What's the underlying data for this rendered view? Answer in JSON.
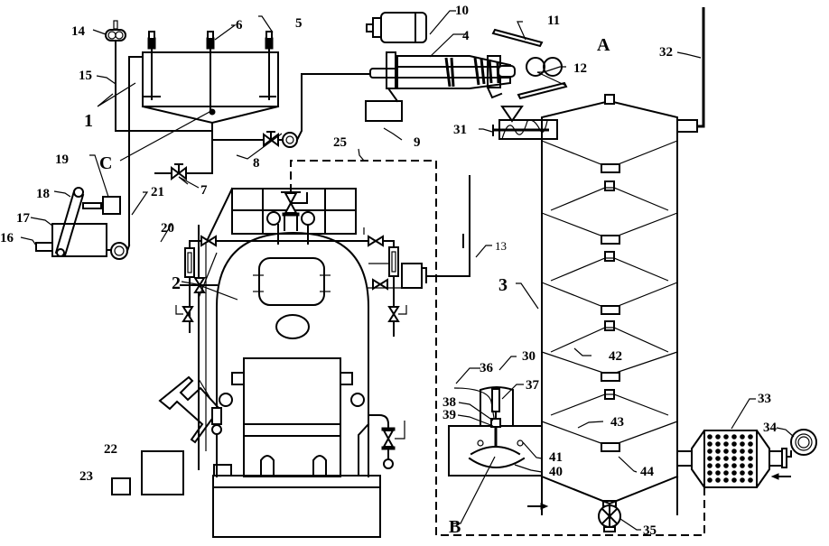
{
  "figure": {
    "type": "process schematic (patent drawing)",
    "colors": {
      "line": "#000000",
      "background": "#ffffff"
    }
  },
  "labels": {
    "l1": "1",
    "l2": "2",
    "l3": "3",
    "l4": "4",
    "l5": "5",
    "l6": "6",
    "l7": "7",
    "l8": "8",
    "l9": "9",
    "l10": "10",
    "l11": "11",
    "l12": "12",
    "l13": "13",
    "l14": "14",
    "l15": "15",
    "l16": "16",
    "l17": "17",
    "l18": "18",
    "l19": "19",
    "l20": "20",
    "l21": "21",
    "l22": "22",
    "l23": "23",
    "l25": "25",
    "l30": "30",
    "l31": "31",
    "l32": "32",
    "l33": "33",
    "l34": "34",
    "l35": "35",
    "l36": "36",
    "l37": "37",
    "l38": "38",
    "l39": "39",
    "l40": "40",
    "l41": "41",
    "l42": "42",
    "l43": "43",
    "l44": "44",
    "lA": "A",
    "lB": "B",
    "lC": "C"
  },
  "components": [
    {
      "id": "1",
      "name": "tank with agitators"
    },
    {
      "id": "2",
      "name": "boiler"
    },
    {
      "id": "3",
      "name": "multi-stage tower"
    },
    {
      "id": "4",
      "name": "screw press / extruder"
    },
    {
      "id": "5",
      "name": "agitator motor"
    },
    {
      "id": "6",
      "name": "agitator motor"
    },
    {
      "id": "7",
      "name": "valve"
    },
    {
      "id": "8",
      "name": "pump"
    },
    {
      "id": "9",
      "name": "collection box"
    },
    {
      "id": "10",
      "name": "motor"
    },
    {
      "id": "11",
      "name": "plate"
    },
    {
      "id": "12",
      "name": "plate"
    },
    {
      "id": "13",
      "name": "pipe"
    },
    {
      "id": "14",
      "name": "flow meter"
    },
    {
      "id": "15",
      "name": "pipe"
    },
    {
      "id": "16",
      "name": "motor shaft"
    },
    {
      "id": "17",
      "name": "housing"
    },
    {
      "id": "18",
      "name": "conveyor arm"
    },
    {
      "id": "19",
      "name": "box"
    },
    {
      "id": "20",
      "name": "pump"
    },
    {
      "id": "21",
      "name": "pipe"
    },
    {
      "id": "22",
      "name": "box"
    },
    {
      "id": "23",
      "name": "box"
    },
    {
      "id": "25",
      "name": "dashed return line"
    },
    {
      "id": "30",
      "name": "unit"
    },
    {
      "id": "31",
      "name": "screw feeder"
    },
    {
      "id": "32",
      "name": "exhaust pipe"
    },
    {
      "id": "33",
      "name": "heat exchanger"
    },
    {
      "id": "34",
      "name": "fan"
    },
    {
      "id": "35",
      "name": "rotary valve"
    },
    {
      "id": "36",
      "name": "line"
    },
    {
      "id": "37",
      "name": "cylinder"
    },
    {
      "id": "38",
      "name": "connector"
    },
    {
      "id": "39",
      "name": "rod"
    },
    {
      "id": "40",
      "name": "blade"
    },
    {
      "id": "41",
      "name": "port"
    },
    {
      "id": "42",
      "name": "cone tray"
    },
    {
      "id": "43",
      "name": "cone tray"
    },
    {
      "id": "44",
      "name": "outlet"
    }
  ]
}
